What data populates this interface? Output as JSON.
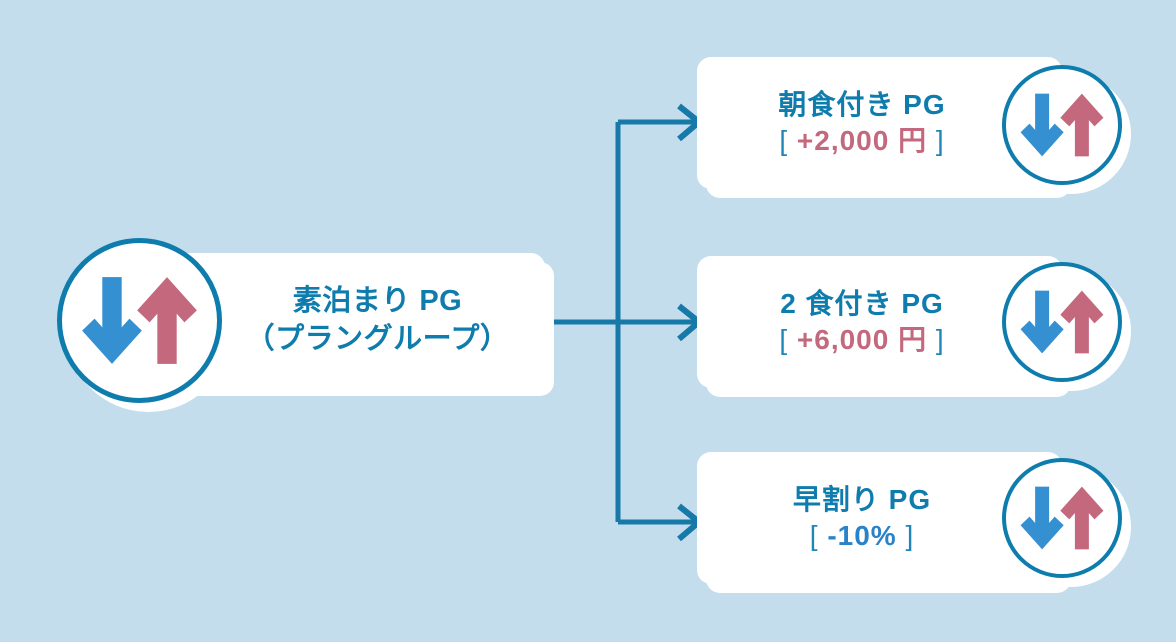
{
  "diagram": {
    "title": "Plan group branching diagram",
    "background_color": "#c3dded",
    "accent_color": "#0e7cac",
    "up_color": "#c4697d",
    "down_color": "#3590d2"
  },
  "root": {
    "icon": "up-down-arrows-icon",
    "line1": "素泊まり PG",
    "line2": "（プラングループ）"
  },
  "options": [
    {
      "icon": "up-down-arrows-icon",
      "title": "朝食付き PG",
      "bracket_open": "[",
      "amount": "+2,000 円",
      "bracket_close": "]",
      "amount_direction": "up"
    },
    {
      "icon": "up-down-arrows-icon",
      "title": "2 食付き PG",
      "bracket_open": "[",
      "amount": "+6,000 円",
      "bracket_close": "]",
      "amount_direction": "up"
    },
    {
      "icon": "up-down-arrows-icon",
      "title": "早割り PG",
      "bracket_open": "[",
      "amount": "-10%",
      "bracket_close": "]",
      "amount_direction": "down"
    }
  ],
  "connectors": {
    "count": 3,
    "style": "orthogonal-elbow-with-arrowhead",
    "color": "#1679a8"
  }
}
